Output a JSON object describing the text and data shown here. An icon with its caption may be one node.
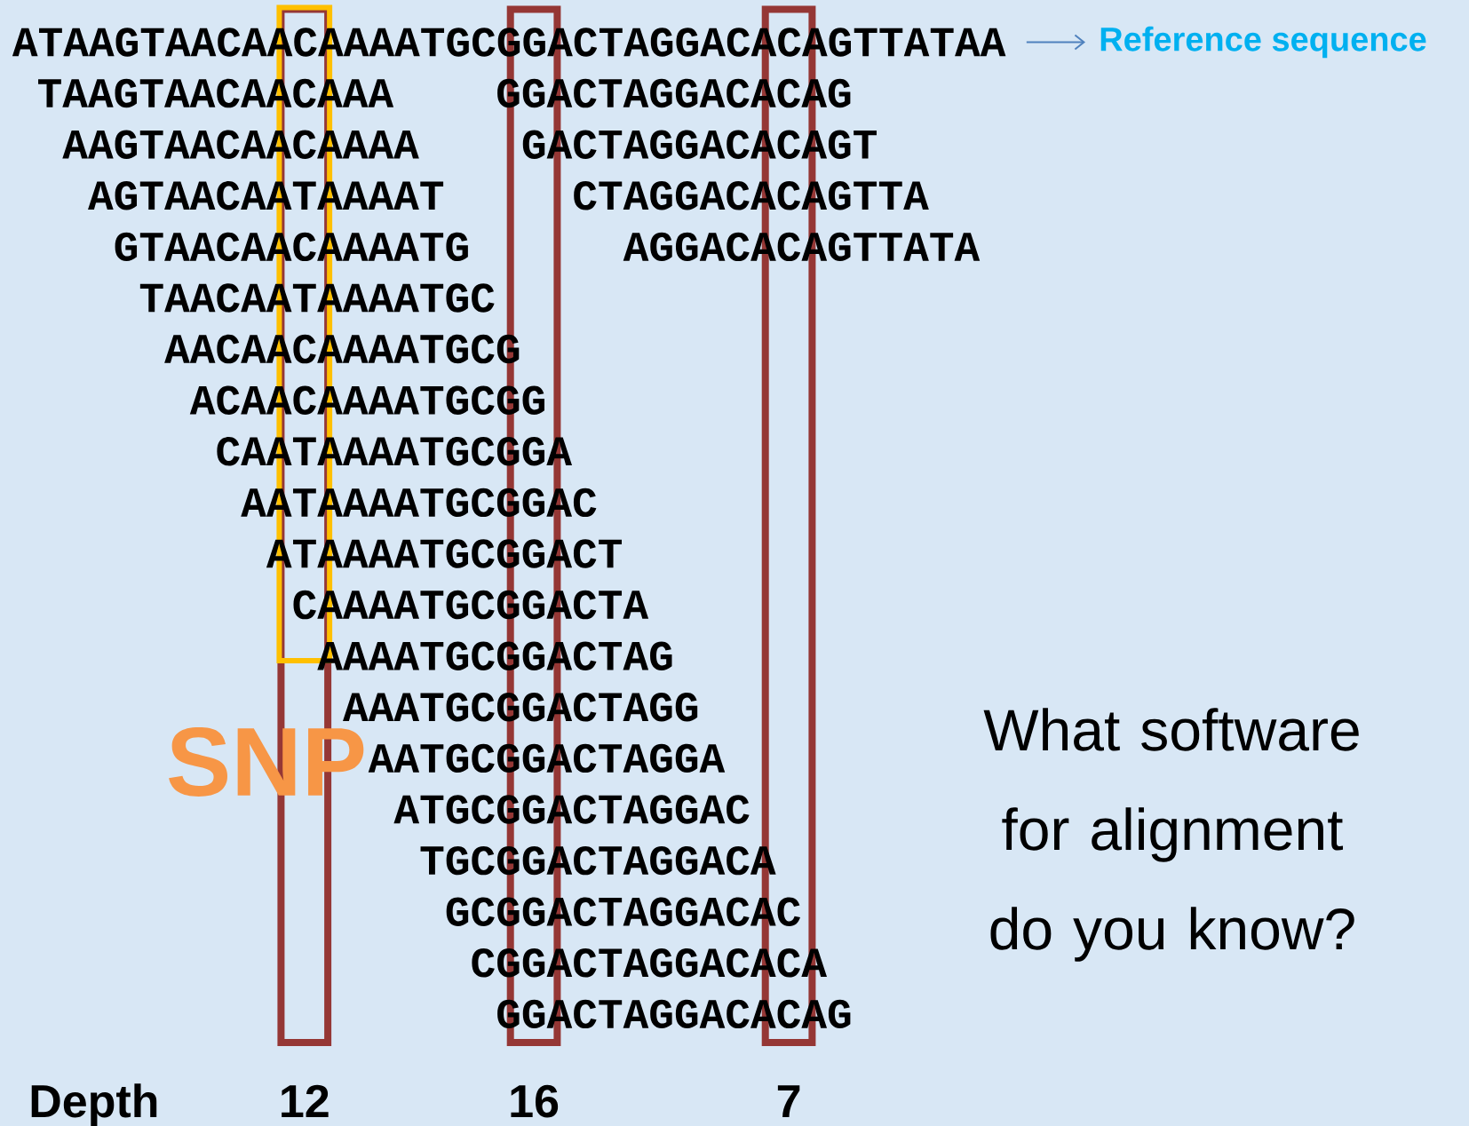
{
  "diagram": {
    "nodes": [
      {
        "text": [
          "ATAAGTAACAACAAAATGCGGACTAGGACACAGTTATAA"
        ]
      },
      {
        "text": [
          "Reference sequence"
        ]
      }
    ],
    "edges": [
      {
        "from": 0,
        "to": 1,
        "arrow": "to"
      }
    ],
    "labels": [
      "TAAGTAACAACAAA",
      "GGACTAGGACACAG",
      "AAGTAACAACAAAA",
      "GACTAGGACACAGT",
      "AGTAACAATAAAAT",
      "CTAGGACACAGTTA",
      "GTAACAACAAAATG",
      "AGGACACAGTTATA",
      "TAACAATAAAATGC",
      "AACAACAAAATGCG",
      "ACAACAAAATGCGG",
      "CAATAAAATGCGGA",
      "AATAAAATGCGGAC",
      "ATAAAATGCGGACT",
      "CAAAATGCGGACTA",
      "AAAATGCGGACTAG",
      "AAATGCGGACTAGG",
      "SNP",
      "AATGCGGACTAGGA",
      "What software for alignment do you know?",
      "ATGCGGACTAGGAC",
      "TGCGGACTAGGACA",
      "GCGGACTAGGACAC",
      "CGGACTAGGACACA",
      "GGACTAGGACACAG",
      "Depth",
      "12",
      "16",
      "7"
    ]
  }
}
